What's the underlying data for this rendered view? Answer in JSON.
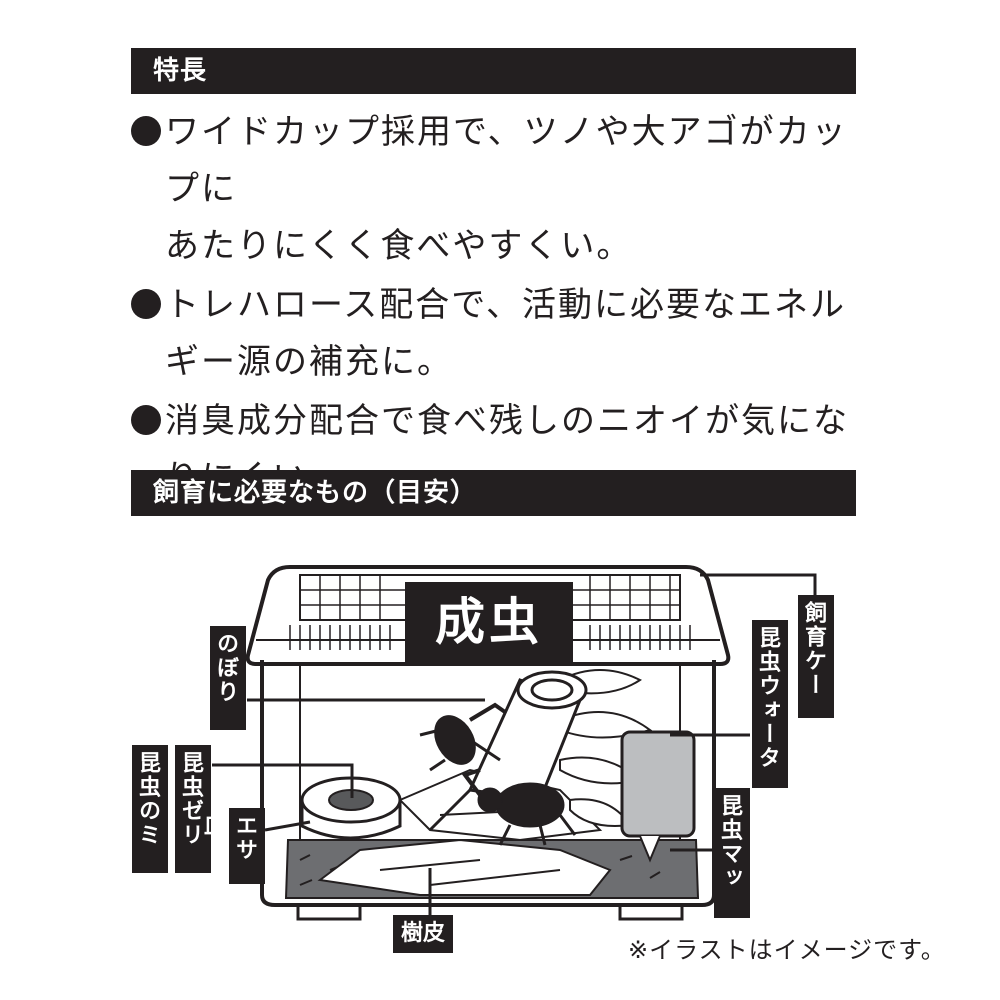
{
  "features": {
    "heading": "特長",
    "items": [
      {
        "line1": "ワイドカップ採用で、ツノや大アゴがカップに",
        "line2": "あたりにくく食べやすくい。"
      },
      {
        "line1": "トレハロース配合で、活動に必要なエネル",
        "line2": "ギー源の補充に。"
      },
      {
        "line1": "消臭成分配合で食べ残しのニオイが気にな",
        "line2": "りにくい。"
      }
    ]
  },
  "supplies": {
    "heading": "飼育に必要なもの（目安）",
    "stage_label": "成虫",
    "labels": {
      "breeding_case": "飼育ケース",
      "insect_water": "昆虫ウォーター",
      "insect_mat": "昆虫マット",
      "climbing_wood": "のぼり木",
      "insect_jelly": "昆虫ゼリー",
      "insect_nectar": "昆虫のミツ",
      "feed_dish": "エサ皿",
      "tree_bark": "樹皮"
    },
    "note": "※イラストはイメージです。"
  }
}
